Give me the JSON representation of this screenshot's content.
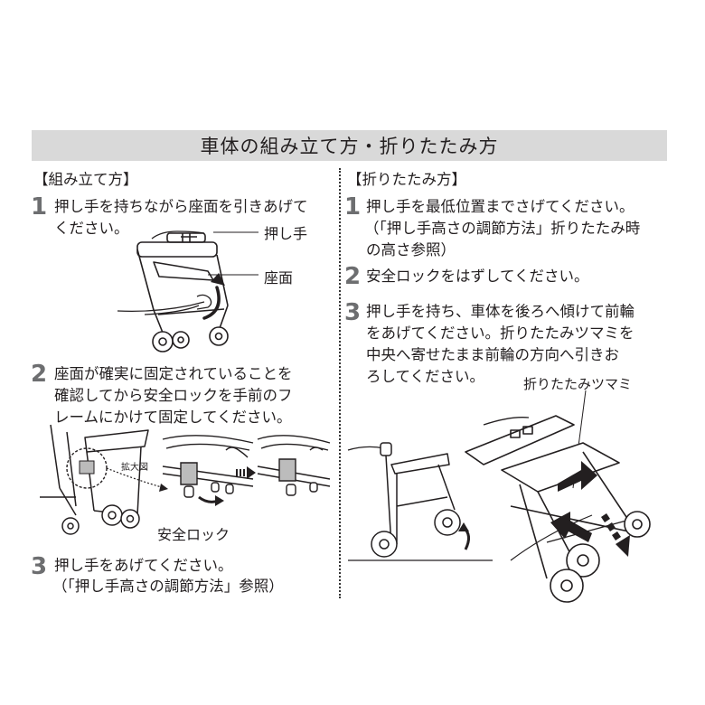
{
  "title": "車体の組み立て方・折りたたみ方",
  "assembly": {
    "heading": "【組み立て方】",
    "step1": {
      "num": "1",
      "line1": "押し手を持ちながら座面を引きあげて",
      "line2": "ください。"
    },
    "label_push_handle": "押し手",
    "label_seat": "座面",
    "step2": {
      "num": "2",
      "line1": "座面が確実に固定されていることを",
      "line2": "確認してから安全ロックを手前のフ",
      "line3": "レームにかけて固定してください。"
    },
    "label_zoom": "拡大図",
    "label_safety_lock": "安全ロック",
    "step3": {
      "num": "3",
      "line1": "押し手をあげてください。",
      "line2": "（「押し手高さの調節方法」参照）"
    }
  },
  "folding": {
    "heading": "【折りたたみ方】",
    "step1": {
      "num": "1",
      "line1": "押し手を最低位置までさげてください。",
      "line2": "（「押し手高さの調節方法」折りたたみ時",
      "line3": "の高さ参照）"
    },
    "step2": {
      "num": "2",
      "line1": "安全ロックをはずしてください。"
    },
    "step3": {
      "num": "3",
      "line1": "押し手を持ち、車体を後ろへ傾けて前輪",
      "line2": "をあげてください。折りたたみツマミを",
      "line3": "中央へ寄せたまま前輪の方向へ引きお",
      "line4": "ろしてください。"
    },
    "label_fold_knob": "折りたたみツマミ"
  }
}
